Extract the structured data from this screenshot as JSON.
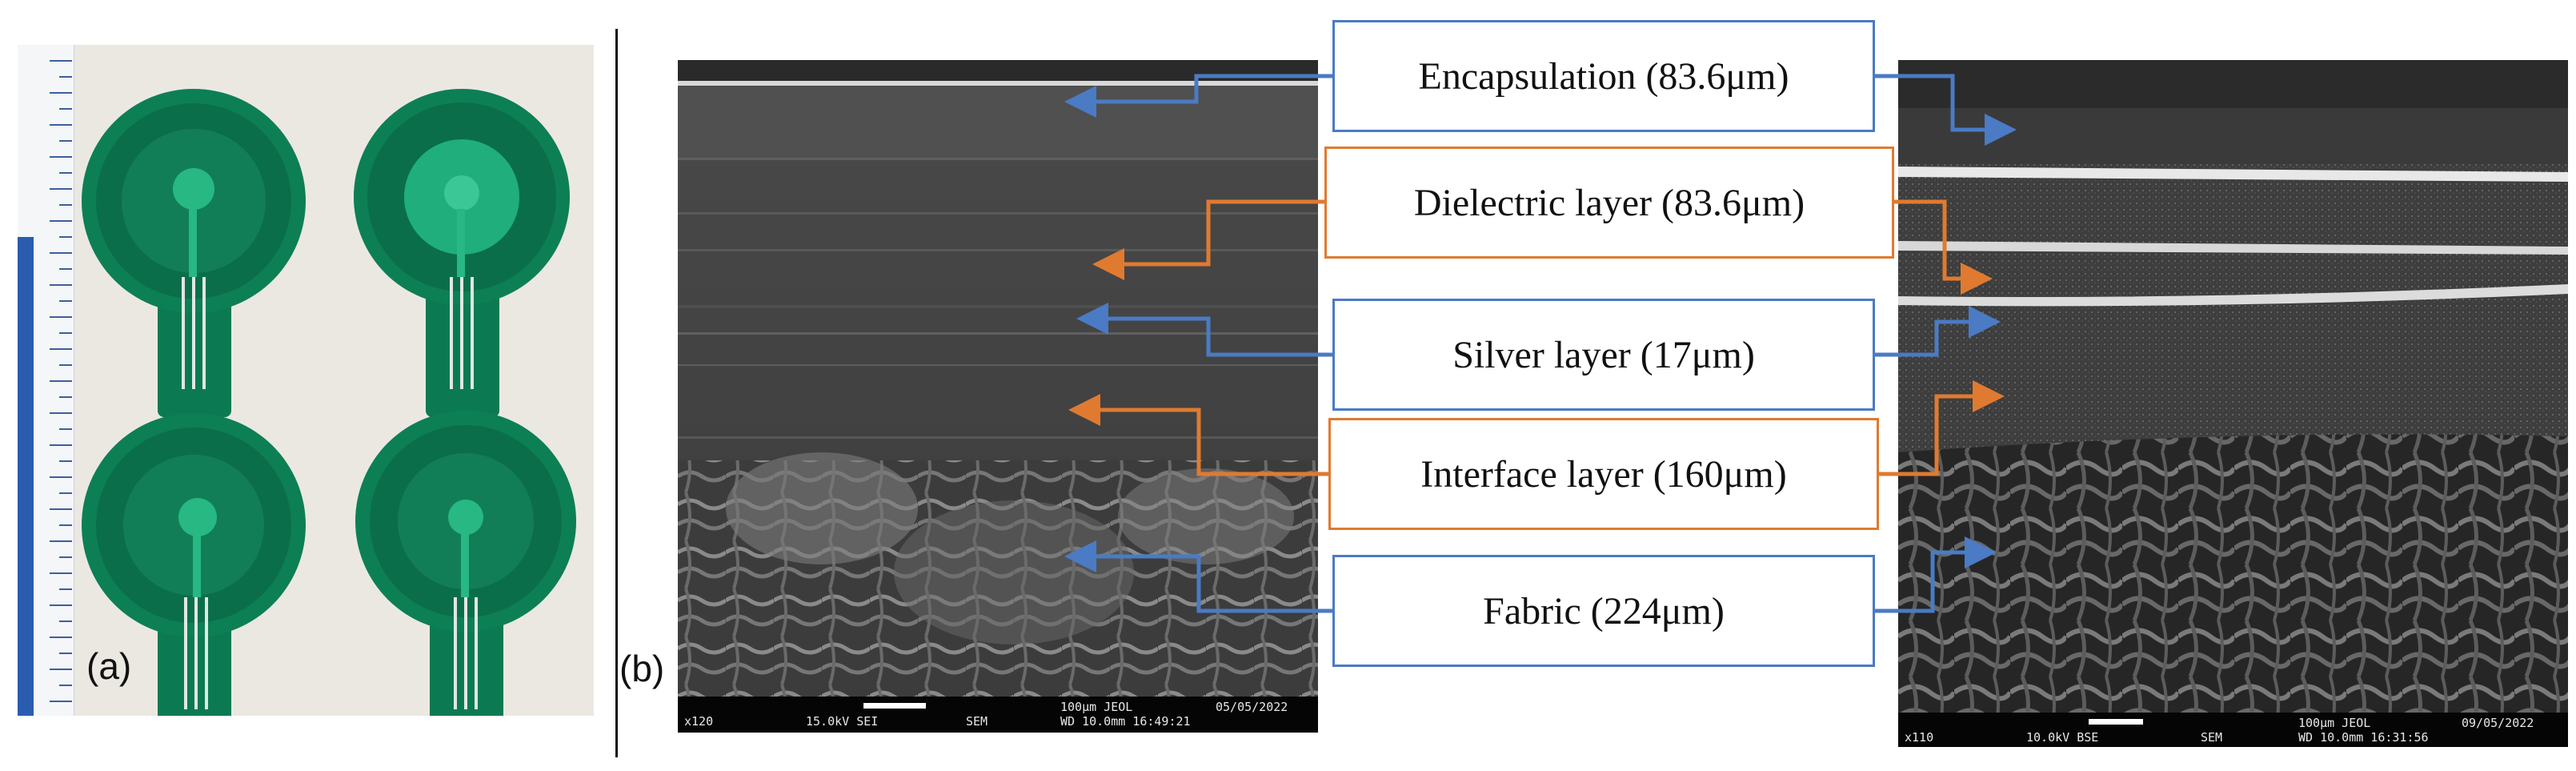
{
  "panel_a": {
    "letter": "(a)"
  },
  "panel_b": {
    "letter": "(b)"
  },
  "labels": [
    {
      "text": "Encapsulation (83.6μm)",
      "color": "#4a7bc4"
    },
    {
      "text": "Dielectric layer (83.6μm)",
      "color": "#e07a30"
    },
    {
      "text": "Silver layer (17μm)",
      "color": "#4a7bc4"
    },
    {
      "text": "Interface layer (160μm)",
      "color": "#e07a30"
    },
    {
      "text": "Fabric (224μm)",
      "color": "#4a7bc4"
    }
  ],
  "sem_left": {
    "mag": "x120",
    "voltage": "15.0kV SEI",
    "mode": "SEM",
    "scale": "100μm JEOL",
    "date": "05/05/2022",
    "wd": "WD 10.0mm 16:49:21"
  },
  "sem_right": {
    "mag": "x110",
    "voltage": "10.0kV BSE",
    "mode": "SEM",
    "scale": "100μm JEOL",
    "date": "09/05/2022",
    "wd": "WD 10.0mm 16:31:56"
  },
  "colors": {
    "blue": "#4a7bc4",
    "orange": "#e07a30",
    "sensor_dark": "#0b7a52",
    "sensor_light": "#1fae7c"
  }
}
